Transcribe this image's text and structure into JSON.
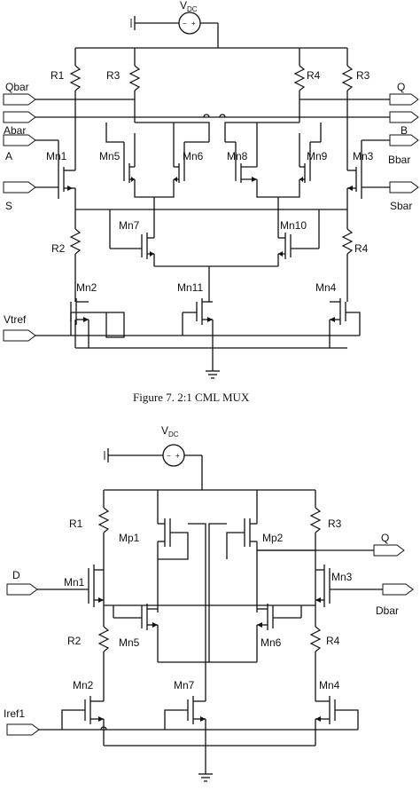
{
  "figure1": {
    "caption": "Figure 7. 2:1 CML MUX",
    "supply": {
      "main": "V",
      "sub": "DC"
    },
    "resistors": {
      "r1": "R1",
      "r3_left": "R3",
      "r4_right": "R4",
      "r3_right": "R3",
      "r2": "R2",
      "r4_low": "R4"
    },
    "transistors": {
      "mn1": "Mn1",
      "mn5": "Mn5",
      "mn6": "Mn6",
      "mn8": "Mn8",
      "mn9": "Mn9",
      "mn3": "Mn3",
      "mn7": "Mn7",
      "mn10": "Mn10",
      "mn2": "Mn2",
      "mn11": "Mn11",
      "mn4": "Mn4"
    },
    "pins": {
      "qbar": "Qbar",
      "q": "Q",
      "abar": "Abar",
      "b": "B",
      "a": "A",
      "bbar": "Bbar",
      "s": "S",
      "sbar": "Sbar",
      "vtref": "Vtref"
    }
  },
  "figure2": {
    "supply": {
      "main": "V",
      "sub": "DC"
    },
    "resistors": {
      "r1": "R1",
      "r3": "R3",
      "r2": "R2",
      "r4": "R4"
    },
    "transistors": {
      "mp1": "Mp1",
      "mp2": "Mp2",
      "mn1": "Mn1",
      "mn3": "Mn3",
      "mn5": "Mn5",
      "mn6": "Mn6",
      "mn2": "Mn2",
      "mn7": "Mn7",
      "mn4": "Mn4"
    },
    "pins": {
      "q": "Q",
      "d": "D",
      "dbar": "Dbar",
      "iref1": "Iref1"
    }
  }
}
